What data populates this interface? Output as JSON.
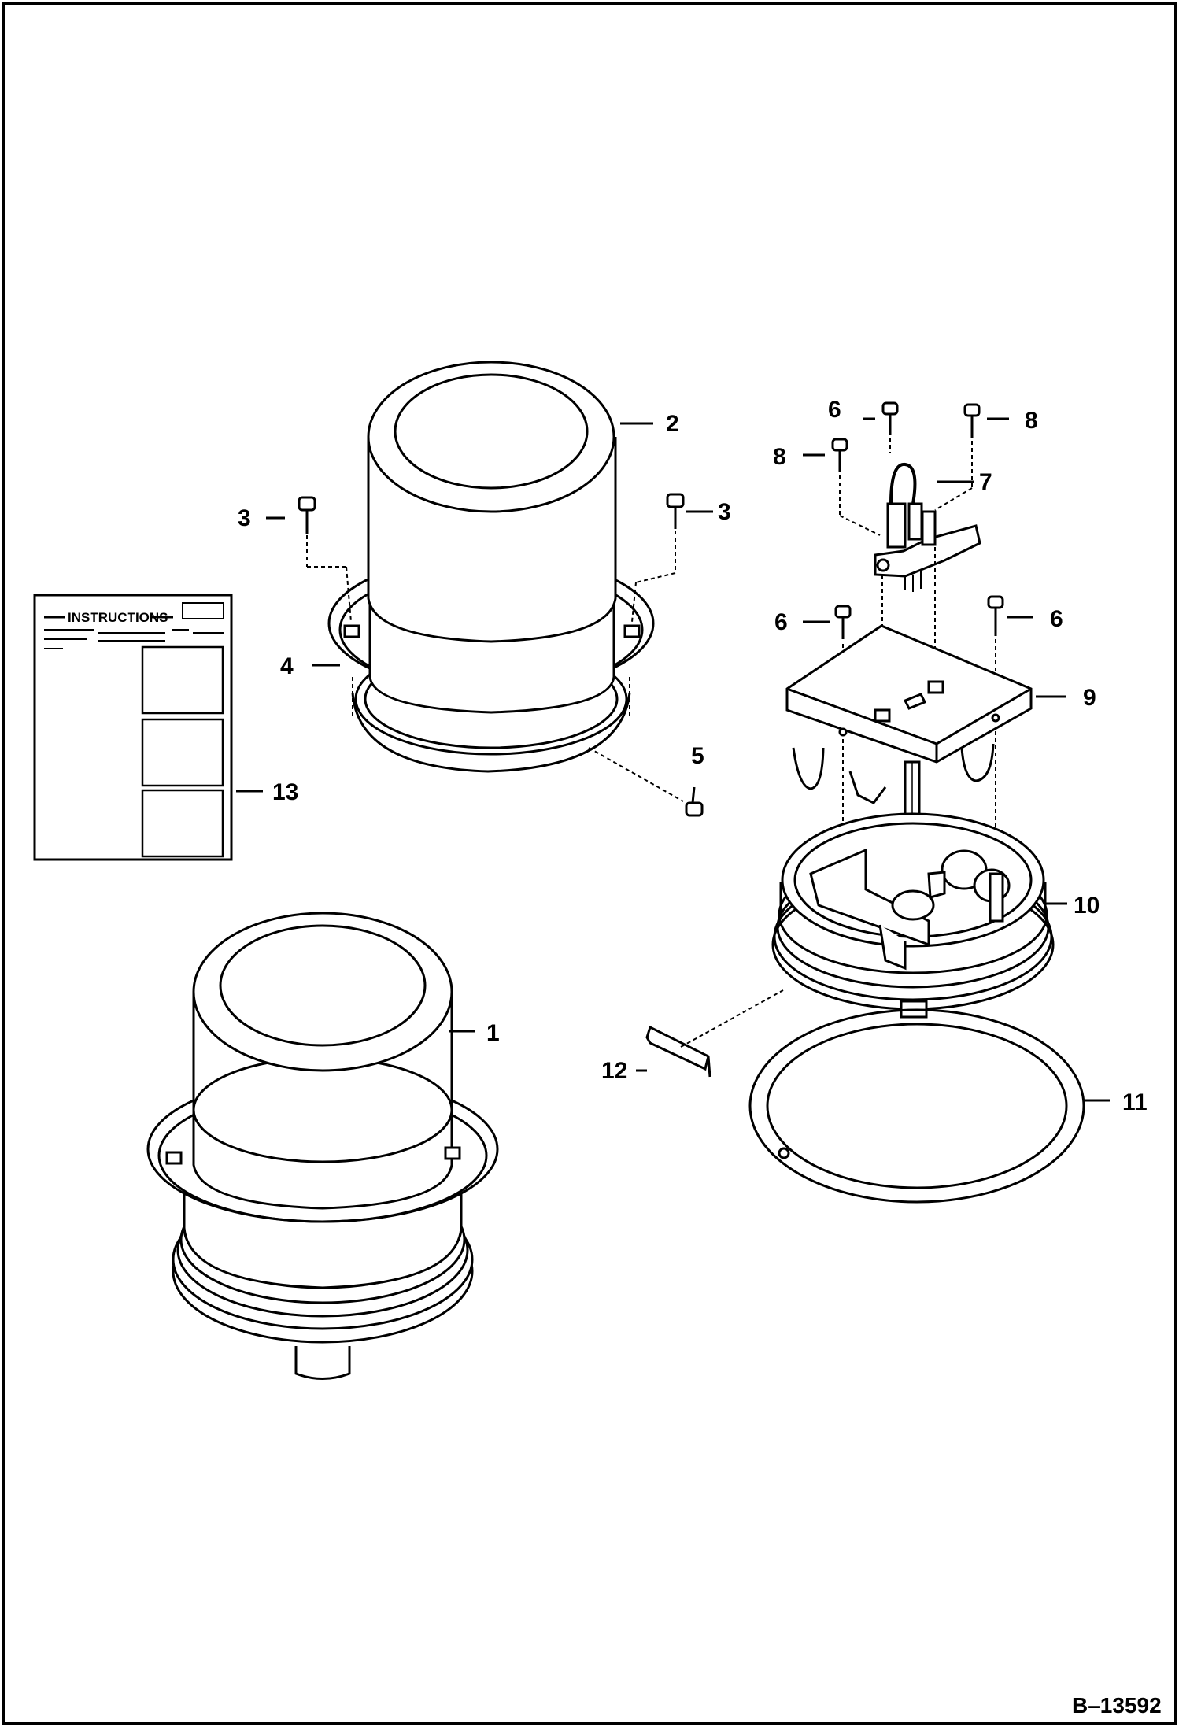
{
  "figure_id": "B–13592",
  "decal": {
    "title": "INSTRUCTIONS"
  },
  "callouts": {
    "c1": "1",
    "c2": "2",
    "c3a": "3",
    "c3b": "3",
    "c4": "4",
    "c5": "5",
    "c6a": "6",
    "c6b": "6",
    "c6c": "6",
    "c7": "7",
    "c8a": "8",
    "c8b": "8",
    "c9": "9",
    "c10": "10",
    "c11": "11",
    "c12": "12",
    "c13": "13"
  }
}
